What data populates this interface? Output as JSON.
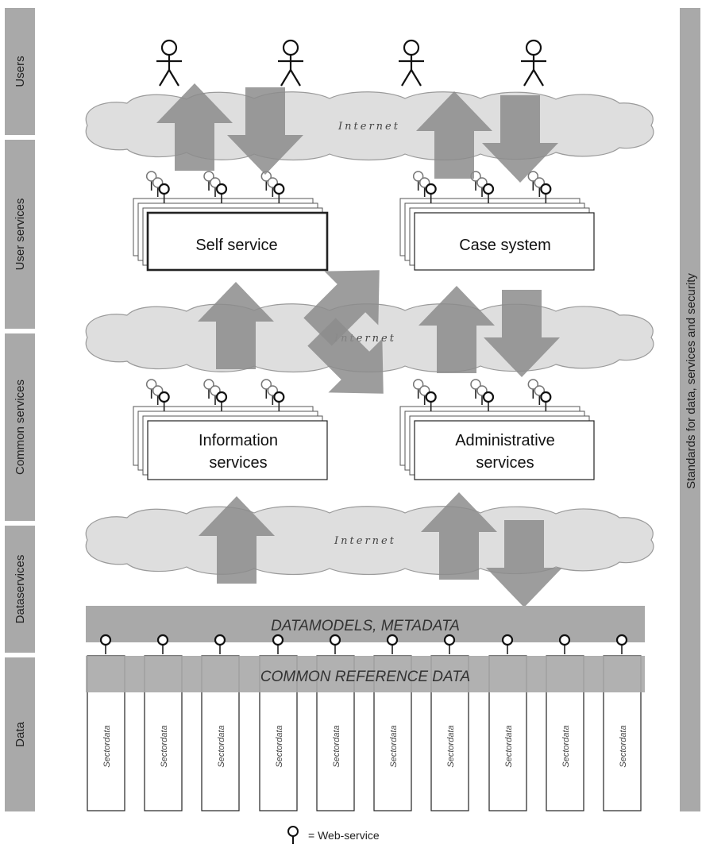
{
  "layers": [
    "Users",
    "User services",
    "Common services",
    "Dataservices",
    "Data"
  ],
  "standards_label": "Standards for data, services and security",
  "cloud_label": "Internet",
  "boxes": {
    "self_service": "Self service",
    "case_system": "Case system",
    "information_services_1": "Information",
    "information_services_2": "services",
    "administrative_services_1": "Administrative",
    "administrative_services_2": "services"
  },
  "data_bands": {
    "datamodels": "DATAMODELS, METADATA",
    "reference": "COMMON REFERENCE DATA"
  },
  "sector_label": "Sectordata",
  "legend": {
    "symbol": "web-service-icon",
    "text": "= Web-service"
  },
  "colors": {
    "layer_bar": "#a9a9a9",
    "arrow": "#8c8c8c",
    "cloud": "#dedede"
  }
}
